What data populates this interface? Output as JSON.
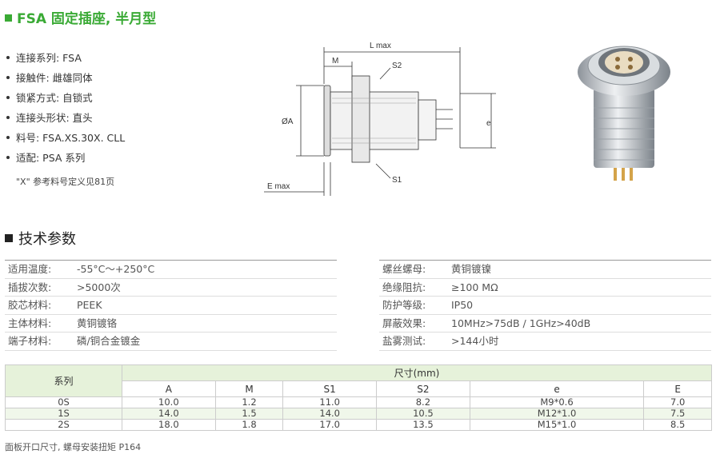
{
  "title": "FSA 固定插座, 半月型",
  "bullets": [
    "连接系列: FSA",
    "接触件: 雌雄同体",
    "锁紧方式: 自锁式",
    "连接头形状: 直头",
    "料号: FSA.XS.30X. CLL",
    "适配: PSA 系列"
  ],
  "note": "\"X\" 参考料号定义见81页",
  "drawing_labels": {
    "lmax": "L max",
    "m": "M",
    "s2": "S2",
    "phia": "ØA",
    "e_small": "e",
    "s1": "S1",
    "emax": "E max"
  },
  "photo_caption": "",
  "section2_title": "技术参数",
  "specs_left": [
    {
      "k": "适用温度:",
      "v": "-55°C～+250°C"
    },
    {
      "k": "插拔次数:",
      "v": ">5000次"
    },
    {
      "k": "胶芯材料:",
      "v": "PEEK"
    },
    {
      "k": "主体材料:",
      "v": "黄铜镀铬"
    },
    {
      "k": "端子材料:",
      "v": "磷/铜合金镀金"
    }
  ],
  "specs_right": [
    {
      "k": "螺丝螺母:",
      "v": "黄铜镀镍"
    },
    {
      "k": "绝缘阻抗:",
      "v": "≥100 MΩ"
    },
    {
      "k": "防护等级:",
      "v": "IP50"
    },
    {
      "k": "屏蔽效果:",
      "v": "10MHz>75dB / 1GHz>40dB"
    },
    {
      "k": "盐雾测试:",
      "v": ">144小时"
    }
  ],
  "table": {
    "series_header": "系列",
    "dim_header": "尺寸(mm)",
    "columns": [
      "A",
      "M",
      "S1",
      "S2",
      "e",
      "E"
    ],
    "rows": [
      {
        "series": "0S",
        "values": [
          "10.0",
          "1.2",
          "11.0",
          "8.2",
          "M9*0.6",
          "7.0"
        ]
      },
      {
        "series": "1S",
        "values": [
          "14.0",
          "1.5",
          "14.0",
          "10.5",
          "M12*1.0",
          "7.5"
        ]
      },
      {
        "series": "2S",
        "values": [
          "18.0",
          "1.8",
          "17.0",
          "13.5",
          "M15*1.0",
          "8.5"
        ]
      }
    ]
  },
  "footer": "面板开口尺寸, 螺母安装扭矩 P164",
  "colors": {
    "accent": "#3aaa35",
    "header_bg": "#e6f2da"
  }
}
